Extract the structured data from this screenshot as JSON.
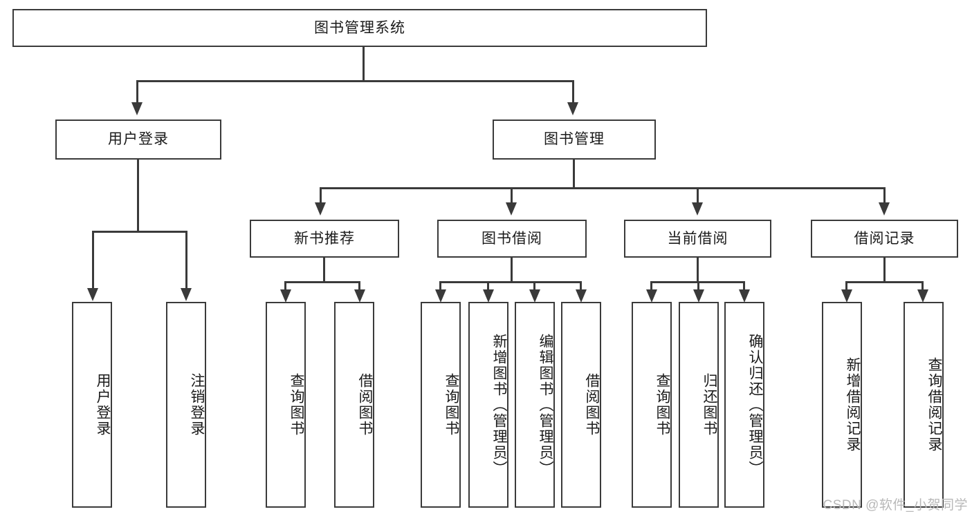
{
  "diagram": {
    "title": "图书管理系统",
    "type": "hierarchy-tree",
    "root": {
      "label": "图书管理系统"
    },
    "level2": [
      {
        "label": "用户登录"
      },
      {
        "label": "图书管理"
      }
    ],
    "level3": [
      {
        "label": "新书推荐"
      },
      {
        "label": "图书借阅"
      },
      {
        "label": "当前借阅"
      },
      {
        "label": "借阅记录"
      }
    ],
    "leaves": {
      "user_login": [
        {
          "label": "用户登录"
        },
        {
          "label": "注销登录"
        }
      ],
      "new_book_recommend": [
        {
          "label": "查询图书"
        },
        {
          "label": "借阅图书"
        }
      ],
      "book_borrow": [
        {
          "label": "查询图书"
        },
        {
          "label": "新增图书（管理员）"
        },
        {
          "label": "编辑图书（管理员）"
        },
        {
          "label": "借阅图书"
        }
      ],
      "current_borrow": [
        {
          "label": "查询图书"
        },
        {
          "label": "归还图书"
        },
        {
          "label": "确认归还（管理员）"
        }
      ],
      "borrow_record": [
        {
          "label": "新增借阅记录"
        },
        {
          "label": "查询借阅记录"
        }
      ]
    }
  },
  "watermark": {
    "text": "CSDN @软件_小贺同学"
  },
  "colors": {
    "stroke": "#3a3a3a",
    "text": "#1a1a1a",
    "background": "#ffffff",
    "watermark": "#b8b8b8"
  }
}
